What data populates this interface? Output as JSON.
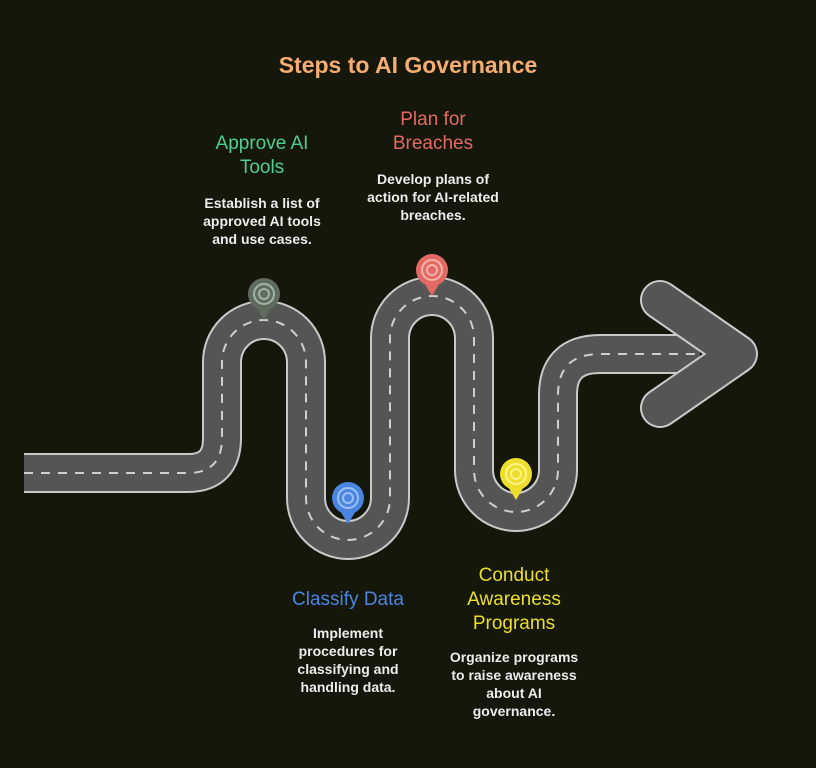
{
  "title": "Steps to AI Governance",
  "colors": {
    "background": "#15170a",
    "title": "#f6ad72",
    "road": "#555555",
    "road_border": "#c9c9c9",
    "road_dash": "#cfcfcf",
    "approve": "#4fcf8f",
    "classify": "#4a86e0",
    "breaches": "#e26a62",
    "awareness": "#ecde2a"
  },
  "steps": [
    {
      "id": "approve",
      "heading": "Approve AI Tools",
      "heading_lines": [
        "Approve AI",
        "Tools"
      ],
      "description_lines": [
        "Establish a list of",
        "approved AI tools",
        "and use cases."
      ],
      "marker_color": "#5e6b5e",
      "marker_ring": "#9fb5a3",
      "text_color": "#4fcf8f"
    },
    {
      "id": "classify",
      "heading": "Classify Data",
      "heading_lines": [
        "Classify Data"
      ],
      "description_lines": [
        "Implement",
        "procedures for",
        "classifying and",
        "handling data."
      ],
      "marker_color": "#4a86e0",
      "marker_ring": "#9cc0f5",
      "text_color": "#4a86e0"
    },
    {
      "id": "breaches",
      "heading": "Plan for Breaches",
      "heading_lines": [
        "Plan for",
        "Breaches"
      ],
      "description_lines": [
        "Develop plans of",
        "action for AI-related",
        "breaches."
      ],
      "marker_color": "#e26a62",
      "marker_ring": "#f5b3ad",
      "text_color": "#e26a62"
    },
    {
      "id": "awareness",
      "heading": "Conduct Awareness Programs",
      "heading_lines": [
        "Conduct",
        "Awareness",
        "Programs"
      ],
      "description_lines": [
        "Organize programs",
        "to raise awareness",
        "about AI",
        "governance."
      ],
      "marker_color": "#ecde2a",
      "marker_ring": "#fff38a",
      "text_color": "#ecde2a"
    }
  ]
}
